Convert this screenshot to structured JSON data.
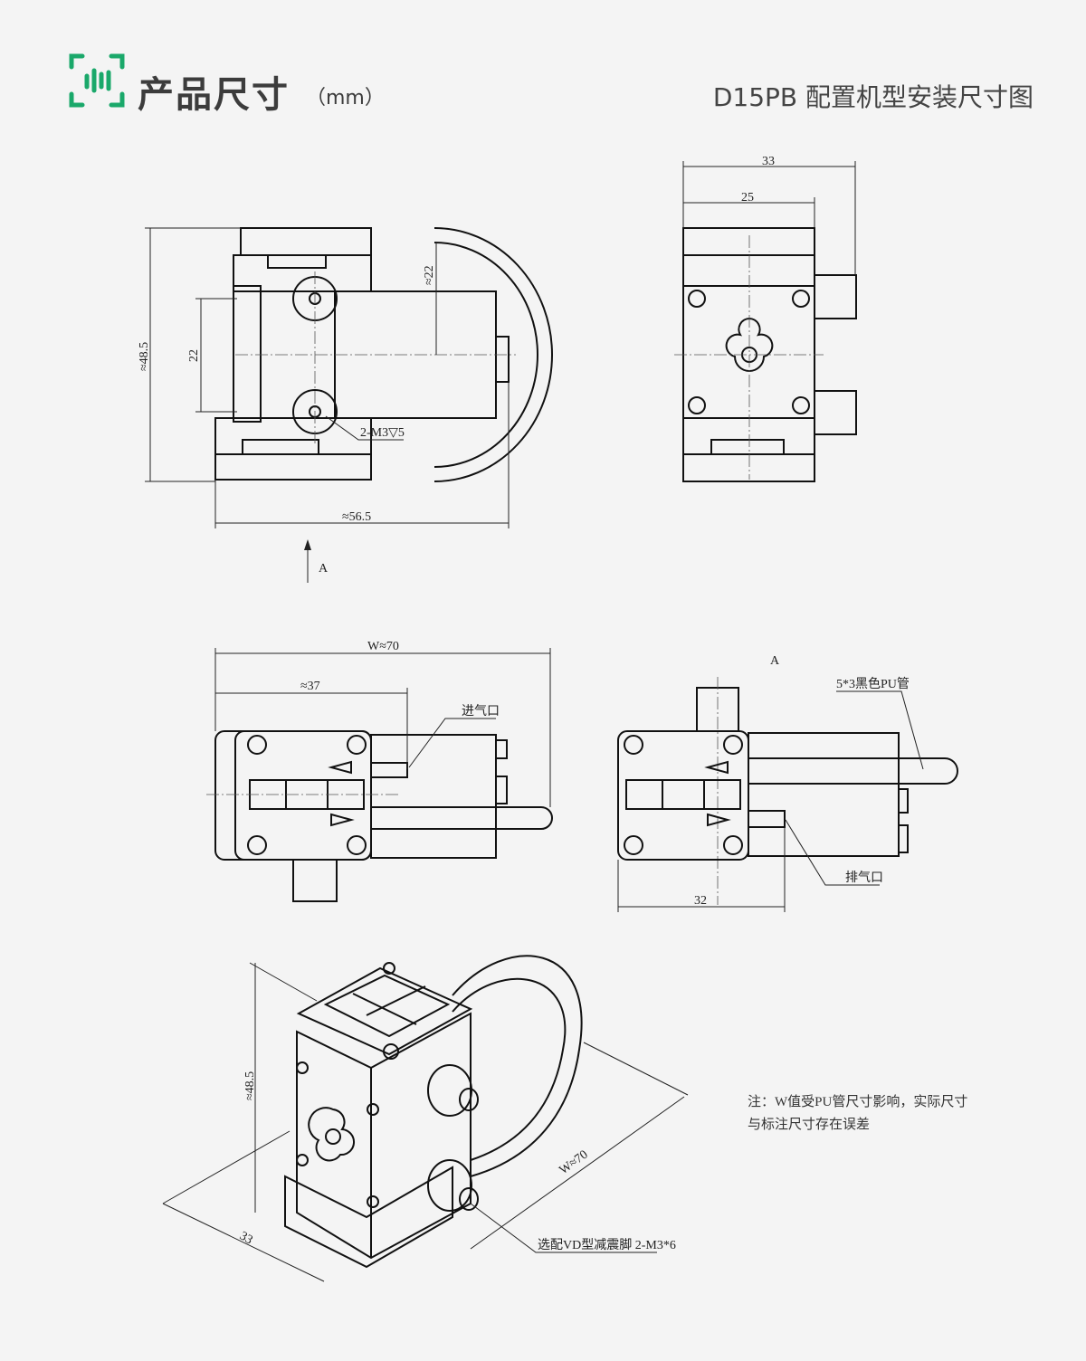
{
  "header": {
    "title": "产品尺寸",
    "unit": "（mm）",
    "drawing_title": "D15PB 配置机型安装尺寸图",
    "accent_color": "#1aa86a"
  },
  "top_view": {
    "height_dim": "≈48.5",
    "port_spacing_dim": "22",
    "offset_dim": "≈22",
    "hole_callout": "2-M3▽5",
    "length_dim": "≈56.5",
    "view_arrow_label": "A"
  },
  "side_view": {
    "outer_width_dim": "33",
    "body_width_dim": "25"
  },
  "front_view": {
    "overall_width_dim": "W≈70",
    "inlet_dim": "≈37",
    "inlet_label": "进气口"
  },
  "view_a": {
    "view_label": "A",
    "tube_label": "5*3黑色PU管",
    "outlet_label": "排气口",
    "width_dim": "32"
  },
  "iso_view": {
    "height_dim": "≈48.5",
    "depth_dim": "33",
    "width_dim": "W≈70",
    "feet_callout": "选配VD型减震脚 2-M3*6"
  },
  "note": {
    "line1": "注：W值受PU管尺寸影响，实际尺寸",
    "line2": "与标注尺寸存在误差"
  }
}
